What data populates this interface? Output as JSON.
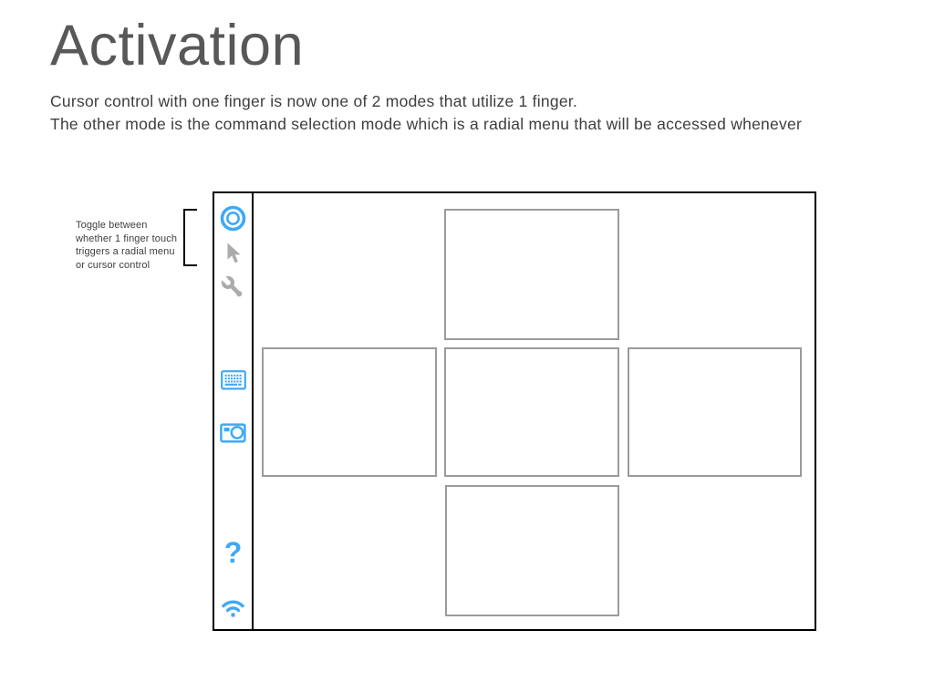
{
  "page": {
    "title": "Activation",
    "description_lines": [
      "Cursor control with one finger is now one of 2 modes that utilize 1 finger.",
      "The other mode is the command selection mode which is a radial menu that will be accessed whenever"
    ]
  },
  "annotation": {
    "lines": [
      "Toggle between",
      "whether 1 finger touch",
      "triggers a radial menu",
      "or cursor control"
    ]
  },
  "toolbar": {
    "icons": [
      {
        "name": "radial-menu-toggle-icon",
        "state": "active",
        "color": "blue"
      },
      {
        "name": "cursor-icon",
        "state": "inactive",
        "color": "gray"
      },
      {
        "name": "wrench-icon",
        "state": "inactive",
        "color": "gray"
      },
      {
        "name": "keyboard-icon",
        "state": "normal",
        "color": "blue"
      },
      {
        "name": "camera-icon",
        "state": "normal",
        "color": "blue"
      },
      {
        "name": "help-icon",
        "state": "normal",
        "color": "blue",
        "glyph": "?"
      },
      {
        "name": "wifi-icon",
        "state": "normal",
        "color": "blue"
      }
    ]
  },
  "canvas": {
    "placeholder_boxes": 5
  },
  "colors": {
    "accent-blue": "#3fa9f5",
    "icon-gray": "#ababab",
    "frame-gray": "#9b9b9b",
    "ink": "#000000",
    "text-dark": "#3e3e3e",
    "title-gray": "#58585a"
  }
}
